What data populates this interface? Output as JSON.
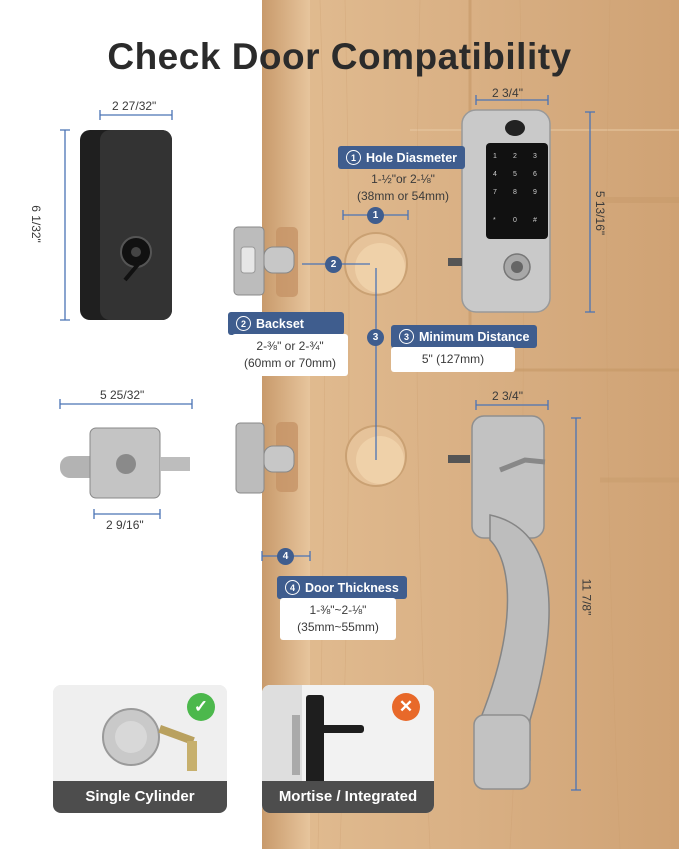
{
  "title": "Check Door Compatibility",
  "colors": {
    "door_wood": "#dcb58a",
    "callout_blue": "#3f5d8e",
    "dimension_blue": "#4a73b5",
    "compatible_green": "#4cb84c",
    "incompatible_orange": "#e8692a",
    "label_bar": "#4d4d4d",
    "satin_nickel": "#b9b9b9"
  },
  "dimensions": {
    "back_width": "2 27/32\"",
    "back_height": "6 1/32\"",
    "front_width": "2 3/4\"",
    "front_height": "5 13/16\"",
    "latch_length": "5 25/32\"",
    "latch_plate": "2 9/16\"",
    "handle_width": "2 3/4\"",
    "handle_height": "11 7/8\""
  },
  "callouts": {
    "hole_diameter": {
      "number": "1",
      "title": "Hole Diasmeter",
      "line1": "1-½\"or 2-⅛\"",
      "line2": "(38mm or 54mm)"
    },
    "backset": {
      "number": "2",
      "title": "Backset",
      "line1": "2-⅜\" or 2-¾\"",
      "line2": "(60mm or 70mm)"
    },
    "minimum_distance": {
      "number": "3",
      "title": "Minimum Distance",
      "line1": "5\" (127mm)"
    },
    "door_thickness": {
      "number": "4",
      "title": "Door Thickness",
      "line1": "1-⅜\"~2-⅛\"",
      "line2": "(35mm~55mm)"
    }
  },
  "compatibility": {
    "single_cylinder": {
      "label": "Single Cylinder",
      "status_icon": "check-icon"
    },
    "mortise": {
      "label": "Mortise / Integrated",
      "status_icon": "x-icon"
    }
  }
}
